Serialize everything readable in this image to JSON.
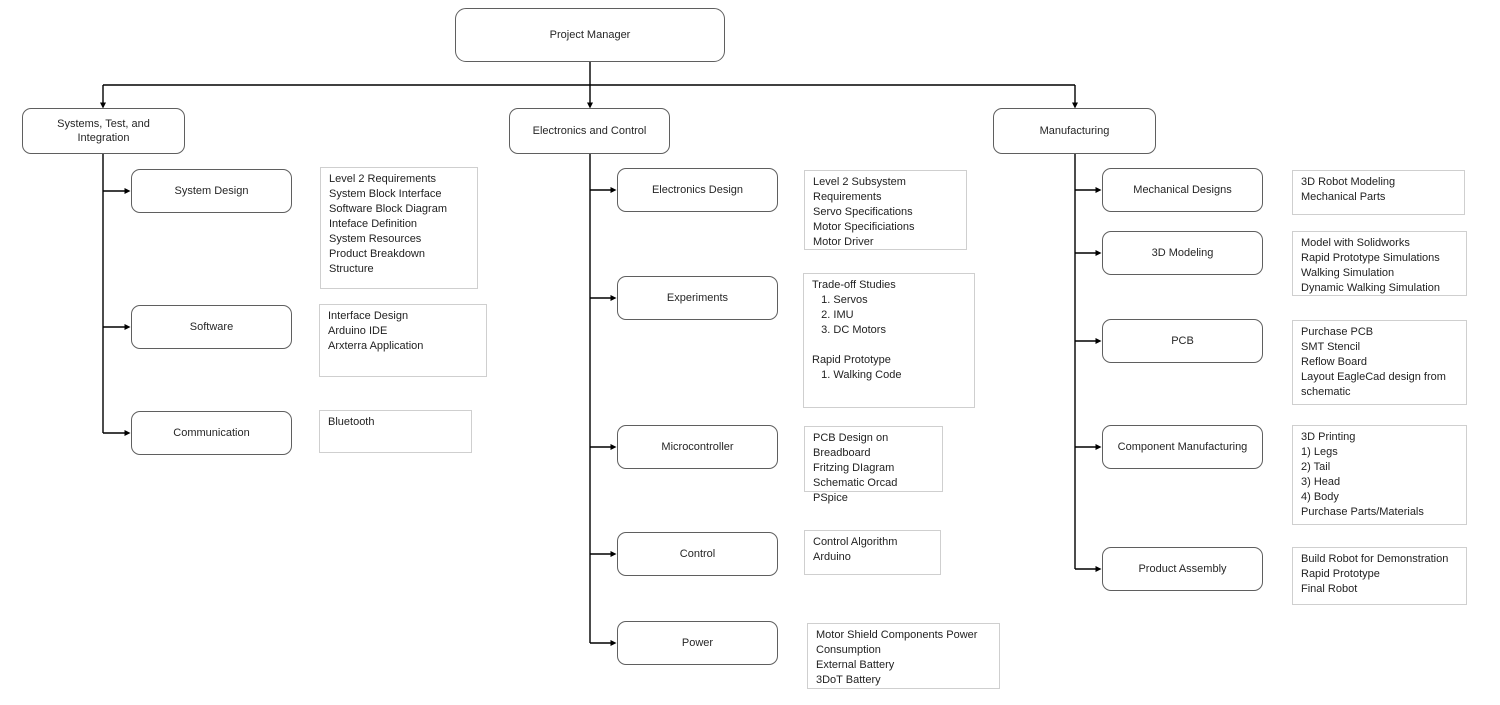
{
  "colors": {
    "box_border": "#5f5f5f",
    "detail_border": "#cfcfcf",
    "line": "#000000",
    "text": "#262626",
    "background": "#ffffff"
  },
  "root": {
    "label": "Project Manager"
  },
  "branches": [
    {
      "label": "Systems, Test, and Integration",
      "children": [
        {
          "label": "System Design",
          "details": [
            "Level 2 Requirements",
            "System Block Interface",
            "Software Block Diagram",
            "Inteface Definition",
            "System Resources",
            "Product Breakdown",
            "Structure"
          ]
        },
        {
          "label": "Software",
          "details": [
            "Interface Design",
            "Arduino IDE",
            "Arxterra Application"
          ]
        },
        {
          "label": "Communication",
          "details": [
            "Bluetooth"
          ]
        }
      ]
    },
    {
      "label": "Electronics and Control",
      "children": [
        {
          "label": "Electronics Design",
          "details": [
            "Level 2 Subsystem",
            "Requirements",
            "Servo Specifications",
            "Motor Specificiations",
            "Motor Driver"
          ]
        },
        {
          "label": "Experiments",
          "details": [
            "Trade-off Studies",
            "   1. Servos",
            "   2. IMU",
            "   3. DC Motors",
            "",
            "Rapid Prototype",
            "   1. Walking Code"
          ]
        },
        {
          "label": "Microcontroller",
          "details": [
            "PCB Design on",
            "Breadboard",
            "Fritzing DIagram",
            "Schematic Orcad PSpice"
          ]
        },
        {
          "label": "Control",
          "details": [
            "Control Algorithm",
            "Arduino"
          ]
        },
        {
          "label": "Power",
          "details": [
            "Motor Shield Components Power",
            "Consumption",
            "External Battery",
            "3DoT Battery"
          ]
        }
      ]
    },
    {
      "label": "Manufacturing",
      "children": [
        {
          "label": "Mechanical Designs",
          "details": [
            "3D Robot Modeling",
            "Mechanical Parts"
          ]
        },
        {
          "label": "3D Modeling",
          "details": [
            "Model with Solidworks",
            "Rapid Prototype Simulations",
            "Walking Simulation",
            "Dynamic Walking Simulation"
          ]
        },
        {
          "label": "PCB",
          "details": [
            "Purchase PCB",
            "SMT Stencil",
            "Reflow Board",
            "Layout EagleCad design from",
            "schematic"
          ]
        },
        {
          "label": "Component Manufacturing",
          "details": [
            "3D Printing",
            "1) Legs",
            "2) Tail",
            "3) Head",
            "4) Body",
            "Purchase Parts/Materials"
          ]
        },
        {
          "label": "Product Assembly",
          "details": [
            "Build Robot for Demonstration",
            "Rapid Prototype",
            "Final Robot"
          ]
        }
      ]
    }
  ]
}
